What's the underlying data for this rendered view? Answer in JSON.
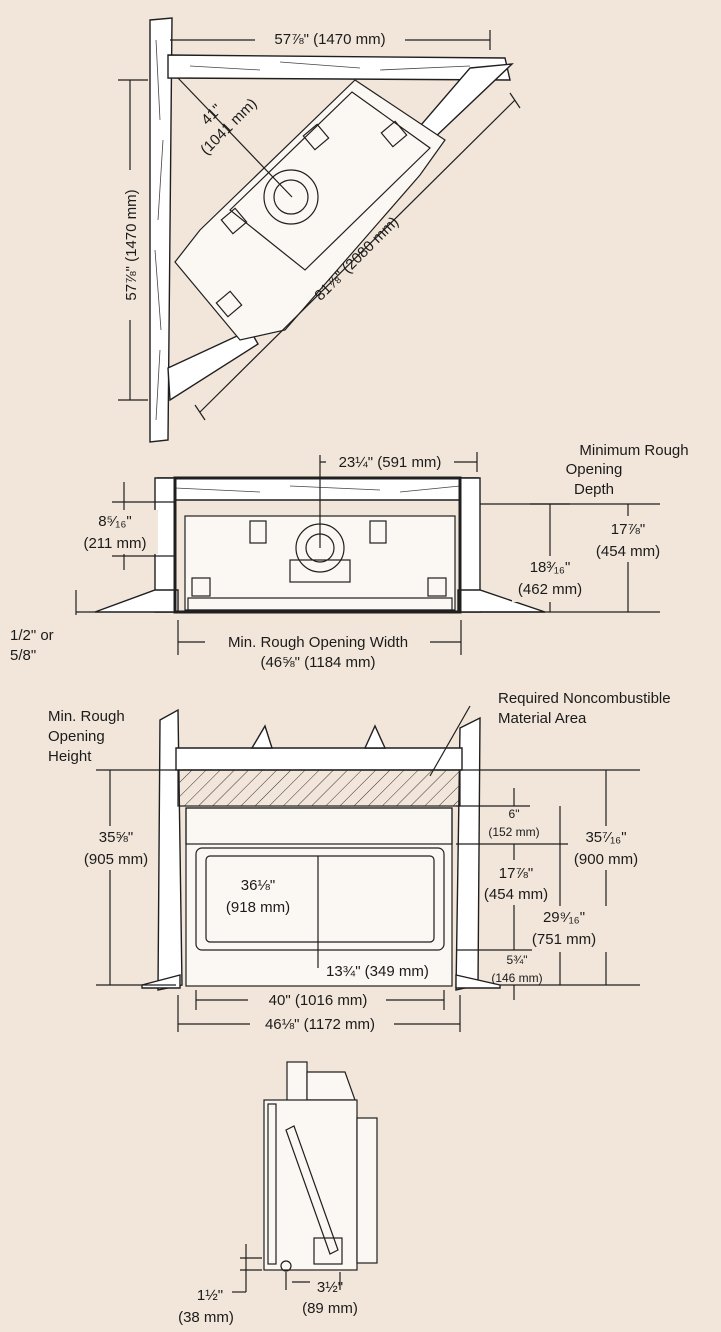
{
  "view1": {
    "width_label": "57⅞\" (1470 mm)",
    "height_label": "57⅞\" (1470 mm)",
    "depth_label_in": "41\"",
    "depth_label_mm": "(1041 mm)",
    "diag_label": "81⅞\" (2080 mm)"
  },
  "view2": {
    "top_label": "23¼\" (591 mm)",
    "depth_title_1": "Minimum Rough",
    "depth_title_2": "Opening",
    "depth_title_3": "Depth",
    "left_in": "8⁵⁄₁₆\"",
    "left_mm": "(211 mm)",
    "d1_in": "17⅞\"",
    "d1_mm": "(454 mm)",
    "d2_in": "18³⁄₁₆\"",
    "d2_mm": "(462 mm)",
    "spacer_1": "1/2\" or",
    "spacer_2": "5/8\"",
    "width_title": "Min. Rough Opening Width",
    "width_value": "(46⅝\" (1184 mm)"
  },
  "view3": {
    "note_1": "Required Noncombustible",
    "note_2": "Material Area",
    "height_title_1": "Min. Rough",
    "height_title_2": "Opening",
    "height_title_3": "Height",
    "h_left_in": "35⅝\"",
    "h_left_mm": "(905 mm)",
    "glass_in": "36⅛\"",
    "glass_mm": "(918 mm)",
    "bottom_label": "13¾\" (349 mm)",
    "r6_in": "6\"",
    "r6_mm": "(152 mm)",
    "r17_in": "17⅞\"",
    "r17_mm": "(454 mm)",
    "r29_in": "29⁹⁄₁₆\"",
    "r29_mm": "(751 mm)",
    "r5_in": "5¾\"",
    "r5_mm": "(146 mm)",
    "r35_in": "35⁷⁄₁₆\"",
    "r35_mm": "(900 mm)",
    "w40": "40\" (1016 mm)",
    "w46": "46⅛\" (1172 mm)"
  },
  "view4": {
    "h_in": "1½\"",
    "h_mm": "(38 mm)",
    "w_in": "3½\"",
    "w_mm": "(89 mm)"
  }
}
